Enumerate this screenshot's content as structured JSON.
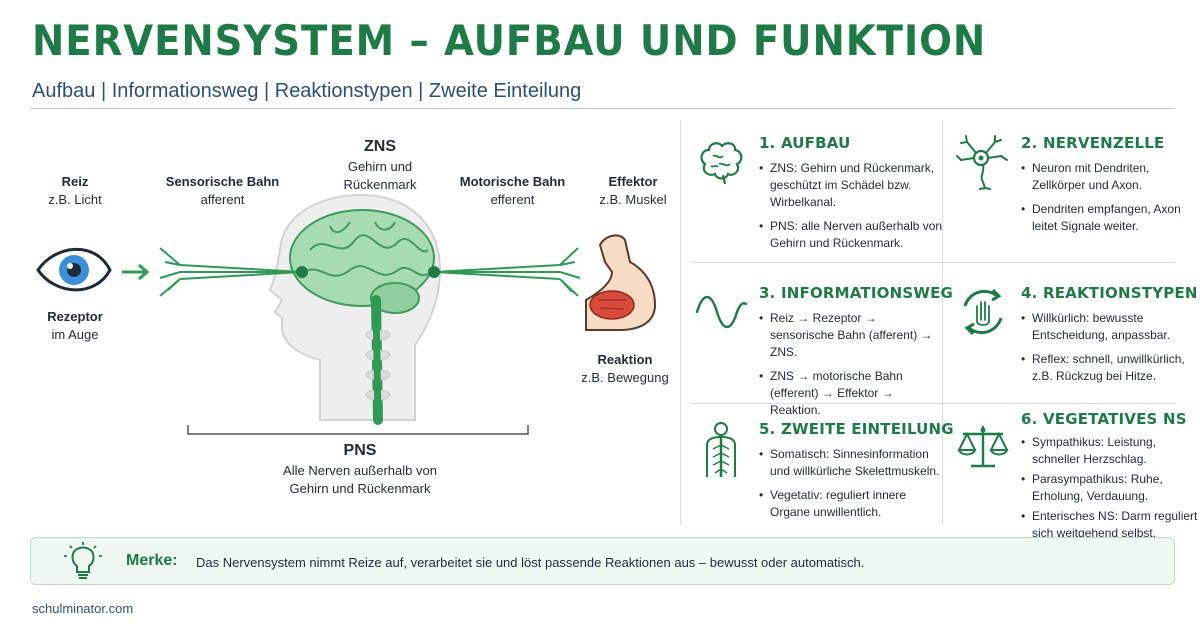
{
  "header": {
    "title": "NERVENSYSTEM – AUFBAU UND FUNKTION",
    "subtitle": "Aufbau | Informationsweg | Reaktionstypen | Zweite Einteilung"
  },
  "diagram": {
    "zns": {
      "title": "ZNS",
      "line1": "Gehirn und",
      "line2": "Rückenmark"
    },
    "reiz": {
      "title": "Reiz",
      "sub": "z.B. Licht"
    },
    "sensorisch": {
      "title": "Sensorische Bahn",
      "sub": "afferent"
    },
    "motorisch": {
      "title": "Motorische Bahn",
      "sub": "efferent"
    },
    "effektor": {
      "title": "Effektor",
      "sub": "z.B. Muskel"
    },
    "rezeptor": {
      "title": "Rezeptor",
      "sub": "im Auge"
    },
    "reaktion": {
      "title": "Reaktion",
      "sub": "z.B. Bewegung"
    },
    "pns": {
      "title": "PNS",
      "line1": "Alle Nerven außerhalb von",
      "line2": "Gehirn und Rückenmark"
    }
  },
  "cards": {
    "c1": {
      "icon": "brain-icon",
      "title": "1. AUFBAU",
      "items": [
        "ZNS: Gehirn und Rückenmark, geschützt im Schädel bzw. Wirbelkanal.",
        "PNS: alle Nerven außerhalb von Gehirn und Rückenmark."
      ]
    },
    "c2": {
      "icon": "neuron-icon",
      "title": "2. NERVENZELLE",
      "items": [
        "Neuron mit Dendriten, Zellkörper und Axon.",
        "Dendriten empfangen, Axon leitet Signale weiter."
      ]
    },
    "c3": {
      "icon": "wave-icon",
      "title": "3. INFORMATIONSWEG",
      "items": [
        "Reiz → Rezeptor → sensorische Bahn (afferent) → ZNS.",
        "ZNS → motorische Bahn (efferent) → Effektor → Reaktion."
      ]
    },
    "c4": {
      "icon": "reflex-hand-icon",
      "title": "4. REAKTIONSTYPEN",
      "items": [
        "Willkürlich: bewusste Entscheidung, anpassbar.",
        "Reflex: schnell, unwillkürlich, z.B. Rückzug bei Hitze."
      ]
    },
    "c5": {
      "icon": "spine-body-icon",
      "title": "5. ZWEITE EINTEILUNG",
      "items": [
        "Somatisch: Sinnesinformation und willkürliche Skelettmuskeln.",
        "Vegetativ: reguliert innere Organe unwillentlich."
      ]
    },
    "c6": {
      "icon": "balance-scale-icon",
      "title": "6. VEGETATIVES NS",
      "items": [
        "Sympathikus: Leistung, schneller Herzschlag.",
        "Parasympathikus: Ruhe, Erholung, Verdauung.",
        "Enterisches NS: Darm reguliert sich weitgehend selbst."
      ]
    }
  },
  "merke": {
    "label": "Merke:",
    "text": "Das Nervensystem nimmt Reize auf, verarbeitet sie und löst passende Reaktionen aus – bewusst oder automatisch."
  },
  "footer": {
    "text": "schulminator.com"
  },
  "colors": {
    "green": "#1e7a46",
    "light_green": "#7fcf94",
    "navy": "#2b4f7a",
    "eye_blue": "#3a8fd9"
  }
}
